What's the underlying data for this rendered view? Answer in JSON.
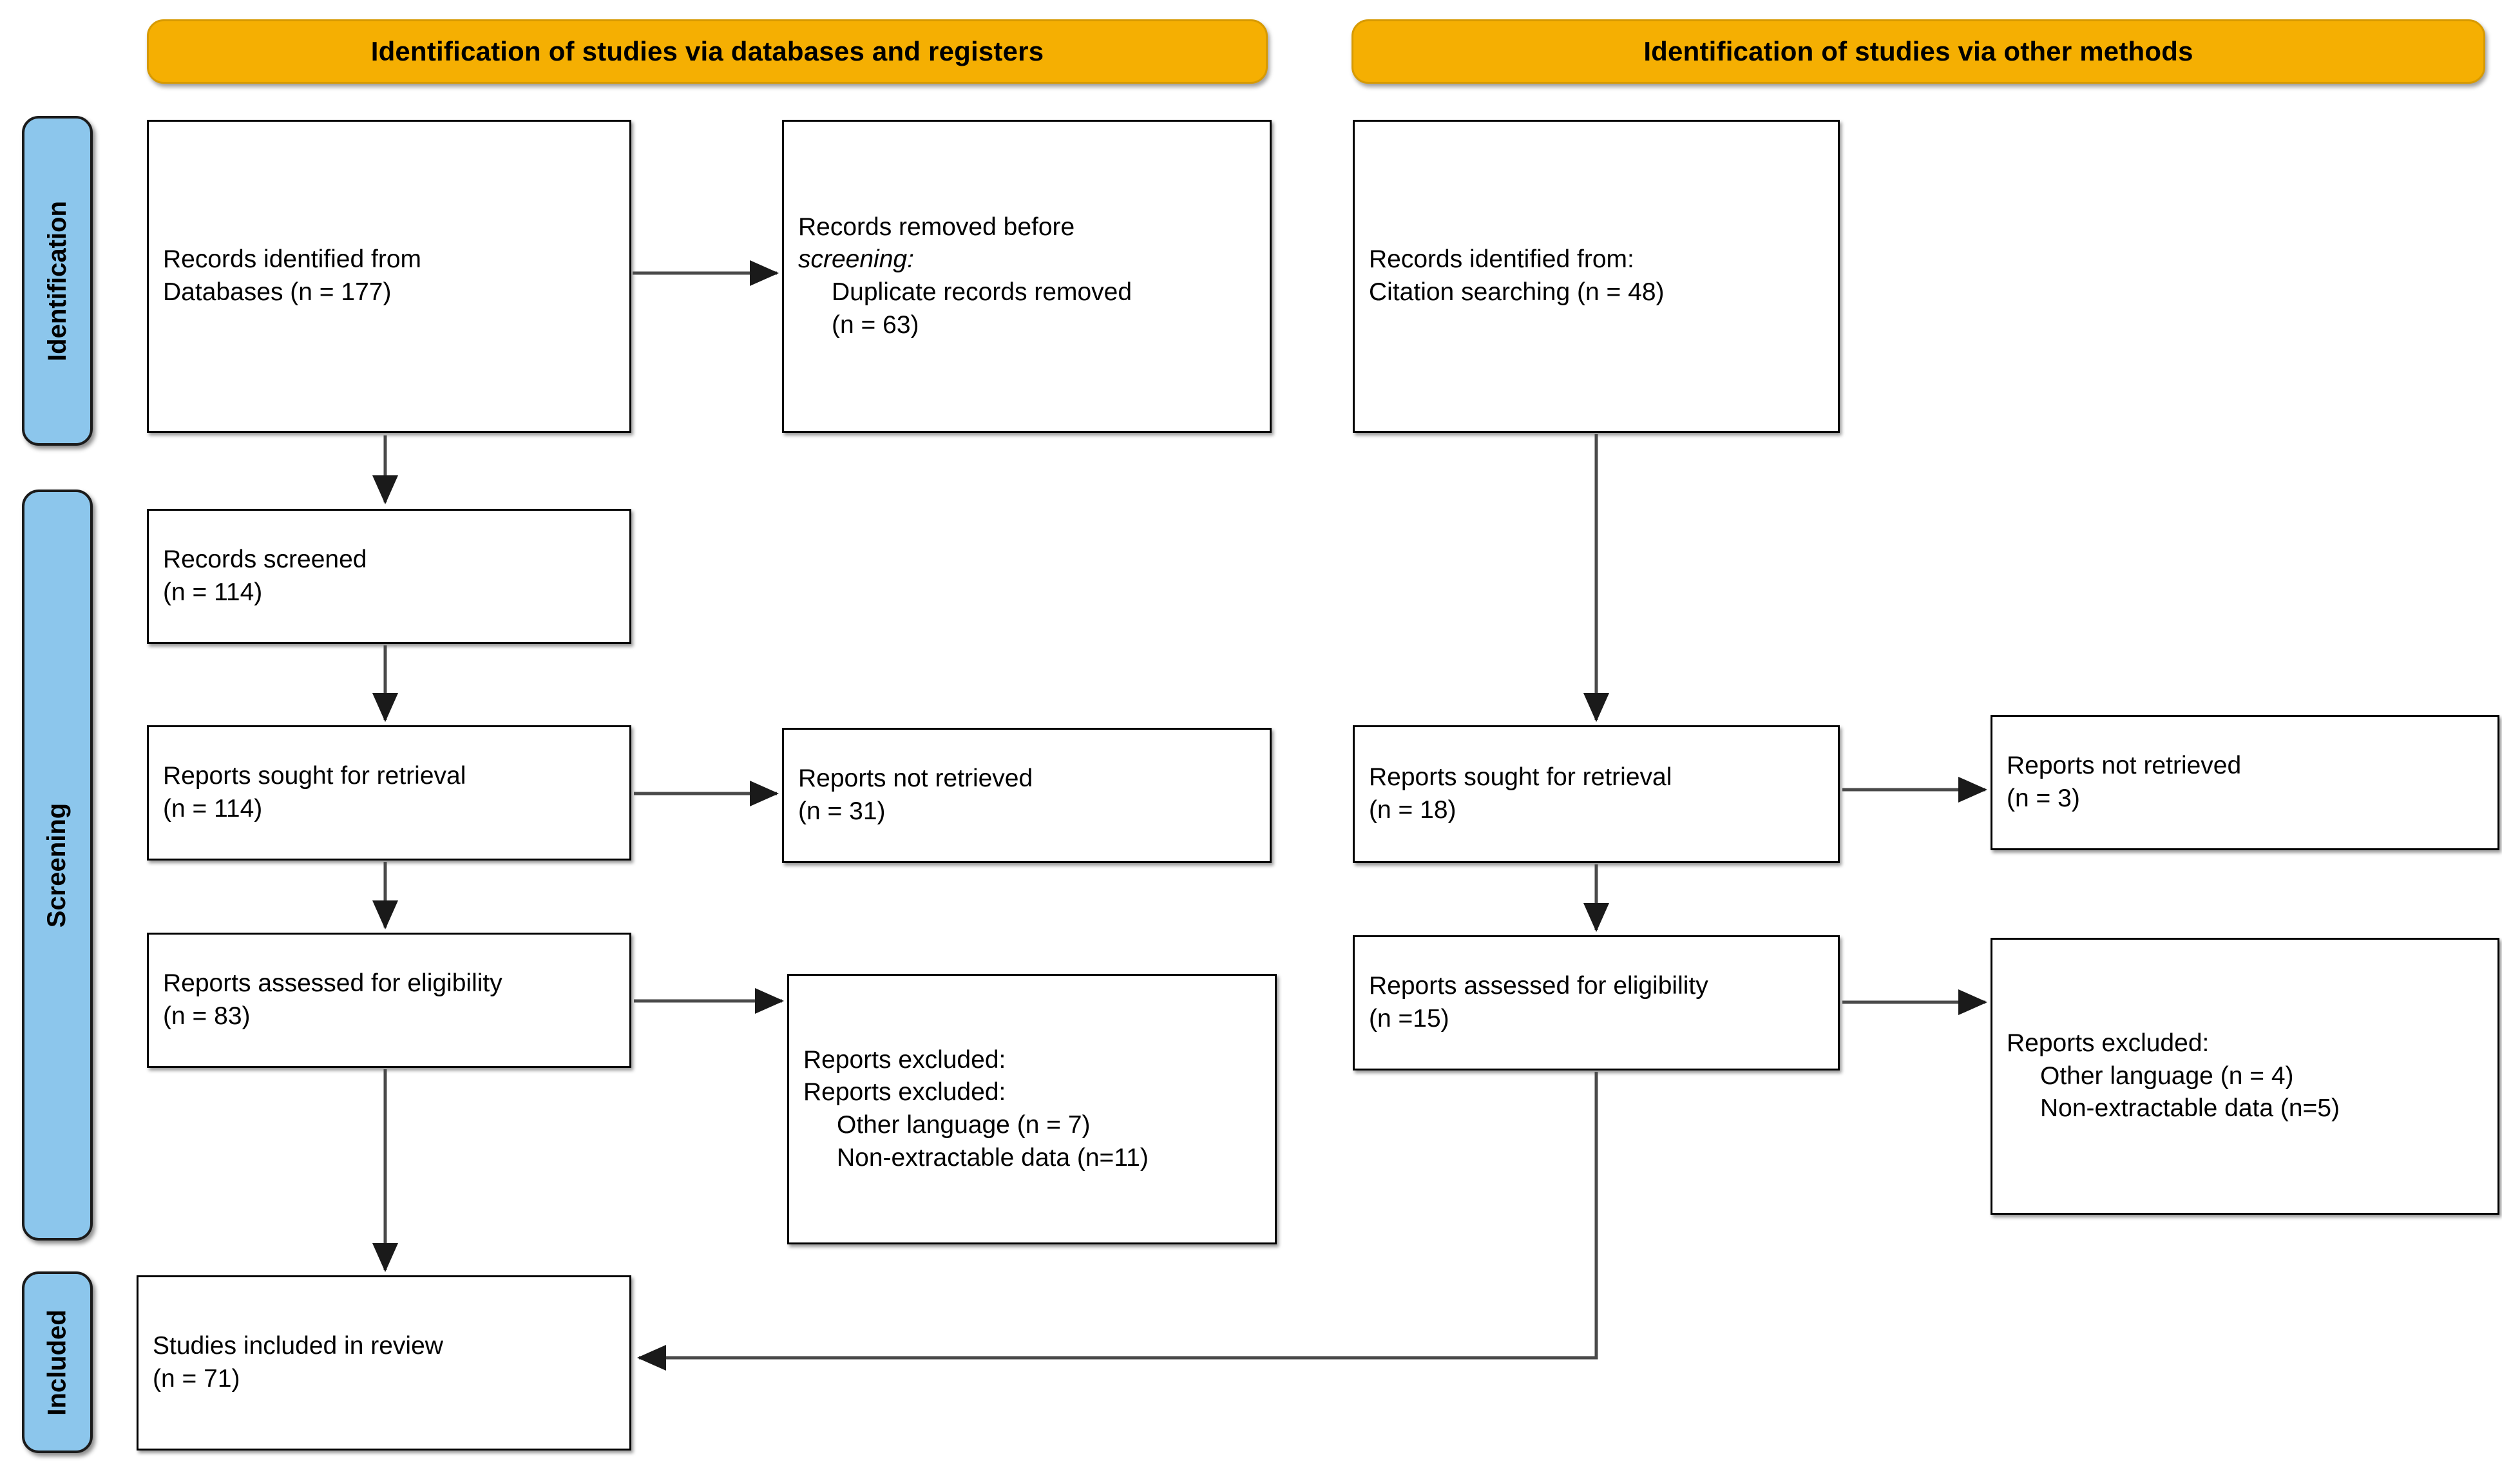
{
  "colors": {
    "banner_fill": "#F5AF02",
    "banner_border": "#D79A02",
    "stage_tab_fill": "#8CC6EC",
    "stage_tab_border": "#1B1B1B",
    "box_border": "#000000",
    "box_fill": "#FFFFFF",
    "text": "#000000",
    "connector": "#3A3A3A"
  },
  "banners": {
    "left": "Identification of studies via databases and registers",
    "right": "Identification of studies via other methods"
  },
  "stages": [
    {
      "id": "identification",
      "label": "Identification"
    },
    {
      "id": "screening",
      "label": "Screening"
    },
    {
      "id": "included",
      "label": "Included"
    }
  ],
  "boxes": {
    "db_identified": {
      "lines": [
        {
          "text": "Records identified from",
          "style": "normal"
        },
        {
          "text": "Databases (n = 177)",
          "style": "normal"
        }
      ]
    },
    "db_removed": {
      "lines": [
        {
          "text": "Records removed before",
          "style": "normal"
        },
        {
          "text": "screening:",
          "style": "italic"
        },
        {
          "text": "Duplicate records removed",
          "style": "indent"
        },
        {
          "text": "(n = 63)",
          "style": "indent"
        }
      ]
    },
    "db_screened": {
      "lines": [
        {
          "text": "Records screened",
          "style": "normal"
        },
        {
          "text": "(n = 114)",
          "style": "normal"
        }
      ]
    },
    "db_sought": {
      "lines": [
        {
          "text": "Reports sought for retrieval",
          "style": "normal"
        },
        {
          "text": "(n = 114)",
          "style": "normal"
        }
      ]
    },
    "db_not_retrieved": {
      "lines": [
        {
          "text": "Reports not retrieved",
          "style": "normal"
        },
        {
          "text": "(n = 31)",
          "style": "normal"
        }
      ]
    },
    "db_assessed": {
      "lines": [
        {
          "text": "Reports assessed for eligibility",
          "style": "normal"
        },
        {
          "text": "(n = 83)",
          "style": "normal"
        }
      ]
    },
    "db_excluded": {
      "lines": [
        {
          "text": "Reports excluded:",
          "style": "normal"
        },
        {
          "text": "Reports excluded:",
          "style": "normal"
        },
        {
          "text": "Other language (n = 7)",
          "style": "indent"
        },
        {
          "text": "Non-extractable data (n=11)",
          "style": "indent"
        }
      ]
    },
    "other_identified": {
      "lines": [
        {
          "text": "Records identified from:",
          "style": "normal"
        },
        {
          "text": "Citation searching (n = 48)",
          "style": "normal"
        }
      ]
    },
    "other_sought": {
      "lines": [
        {
          "text": "Reports sought for retrieval",
          "style": "normal"
        },
        {
          "text": "(n = 18)",
          "style": "normal"
        }
      ]
    },
    "other_not_retrieved": {
      "lines": [
        {
          "text": "Reports not retrieved",
          "style": "normal"
        },
        {
          "text": "(n = 3)",
          "style": "normal"
        }
      ]
    },
    "other_assessed": {
      "lines": [
        {
          "text": "Reports assessed for eligibility",
          "style": "normal"
        },
        {
          "text": "(n =15)",
          "style": "normal"
        }
      ]
    },
    "other_excluded": {
      "lines": [
        {
          "text": "Reports excluded:",
          "style": "normal"
        },
        {
          "text": "Other language (n = 4)",
          "style": "indent"
        },
        {
          "text": "Non-extractable data (n=5)",
          "style": "indent"
        }
      ]
    },
    "included_review": {
      "lines": [
        {
          "text": "Studies included in review",
          "style": "normal"
        },
        {
          "text": "(n = 71)",
          "style": "normal"
        }
      ]
    }
  },
  "chart_data": {
    "type": "diagram",
    "diagram_kind": "PRISMA 2020 flow diagram",
    "flows": [
      {
        "from": "db_identified",
        "to": "db_removed",
        "direction": "right"
      },
      {
        "from": "db_identified",
        "to": "db_screened",
        "direction": "down"
      },
      {
        "from": "db_screened",
        "to": "db_sought",
        "direction": "down"
      },
      {
        "from": "db_sought",
        "to": "db_not_retrieved",
        "direction": "right"
      },
      {
        "from": "db_sought",
        "to": "db_assessed",
        "direction": "down"
      },
      {
        "from": "db_assessed",
        "to": "db_excluded",
        "direction": "right"
      },
      {
        "from": "db_assessed",
        "to": "included_review",
        "direction": "down"
      },
      {
        "from": "other_identified",
        "to": "other_sought",
        "direction": "down"
      },
      {
        "from": "other_sought",
        "to": "other_not_retrieved",
        "direction": "right"
      },
      {
        "from": "other_sought",
        "to": "other_assessed",
        "direction": "down"
      },
      {
        "from": "other_assessed",
        "to": "other_excluded",
        "direction": "right"
      },
      {
        "from": "other_assessed",
        "to": "included_review",
        "direction": "elbow-left"
      }
    ],
    "counts": {
      "records_identified_databases": 177,
      "duplicate_records_removed": 63,
      "records_screened": 114,
      "reports_sought_for_retrieval_db": 114,
      "reports_not_retrieved_db": 31,
      "reports_assessed_db": 83,
      "excluded_other_language_db": 7,
      "excluded_non_extractable_db": 11,
      "records_identified_citation": 48,
      "reports_sought_for_retrieval_other": 18,
      "reports_not_retrieved_other": 3,
      "reports_assessed_other": 15,
      "excluded_other_language_other": 4,
      "excluded_non_extractable_other": 5,
      "studies_included_in_review": 71
    }
  }
}
